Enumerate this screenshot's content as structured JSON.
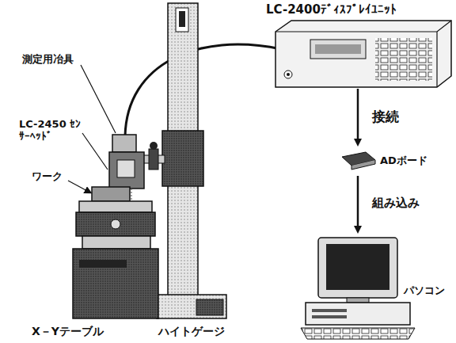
{
  "diagram": {
    "labels": [
      "LC-2400ﾃﾞｨｽﾌﾟﾚｲﾕﾆｯﾄ",
      "測定用冶具",
      "LC-2450 ｾﾝｻｰﾍｯﾄﾞ",
      "ワーク",
      "X－Yテーブル",
      "ハイトゲージ",
      "接続",
      "ADボード",
      "組み込み",
      "パソコン"
    ]
  }
}
